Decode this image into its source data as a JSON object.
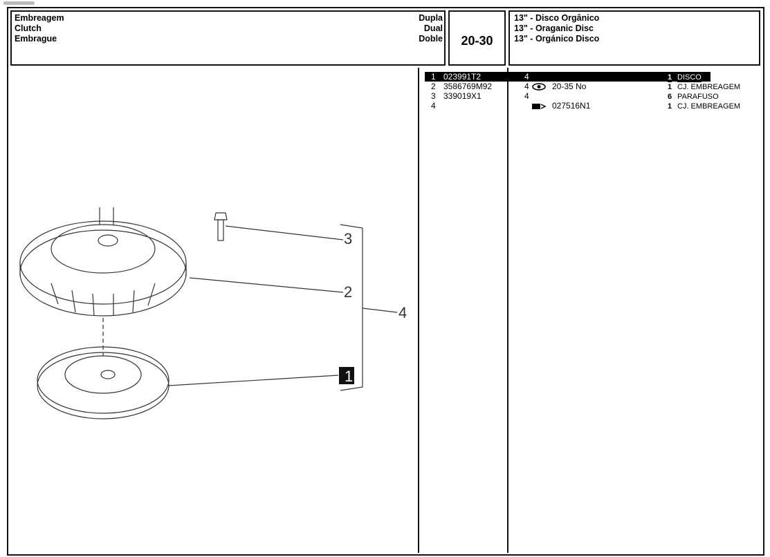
{
  "header": {
    "titles": [
      "Embreagem",
      "Clutch",
      "Embrague"
    ],
    "types": [
      "Dupla",
      "Dual",
      "Doble"
    ],
    "model": "20-30",
    "descriptions": [
      "13\" - Disco Orgânico",
      "13\" - Oraganic Disc",
      "13\" - Orgánico Disco"
    ]
  },
  "parts": [
    {
      "ref": "1",
      "number": "023991T2",
      "col": "4",
      "note": "",
      "qty": "1",
      "desc": "DISCO",
      "selected": true
    },
    {
      "ref": "2",
      "number": "3586769M92",
      "col": "4",
      "note": "20-35 No",
      "qty": "1",
      "desc": "CJ. EMBREAGEM",
      "icon": "eye-icon"
    },
    {
      "ref": "3",
      "number": "339019X1",
      "col": "4",
      "note": "",
      "qty": "6",
      "desc": "PARAFUSO"
    },
    {
      "ref": "4",
      "number": "",
      "col": "",
      "note": "027516N1",
      "qty": "1",
      "desc": "CJ. EMBREAGEM",
      "icon": "arrow-tag-icon"
    }
  ],
  "callouts": [
    "3",
    "2",
    "4",
    "1"
  ]
}
